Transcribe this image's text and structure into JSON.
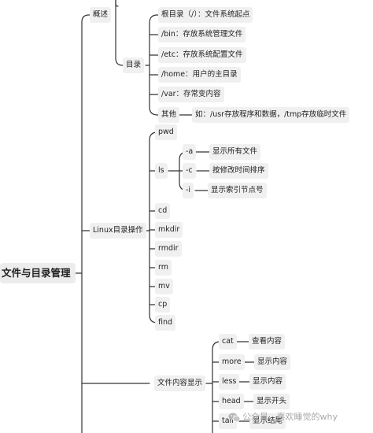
{
  "mindmap": {
    "root": "文件与目录管理",
    "overview": "概述",
    "directory": {
      "label": "目录",
      "items": [
        "根目录（/）：文件系统起点",
        "/bin：存放系统管理文件",
        "/etc：存放系统配置文件",
        "/home：用户的主目录",
        "/var：存常变内容"
      ],
      "other": {
        "label": "其他",
        "note": "如：/usr存放程序和数据，/tmp存放临时文件"
      }
    },
    "linux_ops": {
      "label": "Linux目录操作",
      "pwd": "pwd",
      "ls": {
        "label": "ls",
        "options": [
          {
            "flag": "-a",
            "desc": "显示所有文件"
          },
          {
            "flag": "-c",
            "desc": "按修改时间排序"
          },
          {
            "flag": "-i",
            "desc": "显示索引节点号"
          }
        ]
      },
      "commands": [
        "cd",
        "mkdir",
        "rmdir",
        "rm",
        "mv",
        "cp",
        "find"
      ]
    },
    "file_view": {
      "label": "文件内容显示",
      "commands": [
        {
          "cmd": "cat",
          "desc": "查看内容"
        },
        {
          "cmd": "more",
          "desc": "显示内容"
        },
        {
          "cmd": "less",
          "desc": "显示内容"
        },
        {
          "cmd": "head",
          "desc": "显示开头"
        },
        {
          "cmd": "tail",
          "desc": "显示结尾"
        }
      ]
    }
  },
  "watermark": {
    "text": "公众号 · 喜欢睡觉的why",
    "icon": "wechat-icon"
  },
  "colors": {
    "line": "#333333",
    "node_bg": "#f0f0f0",
    "watermark": "#a8a8a8"
  }
}
